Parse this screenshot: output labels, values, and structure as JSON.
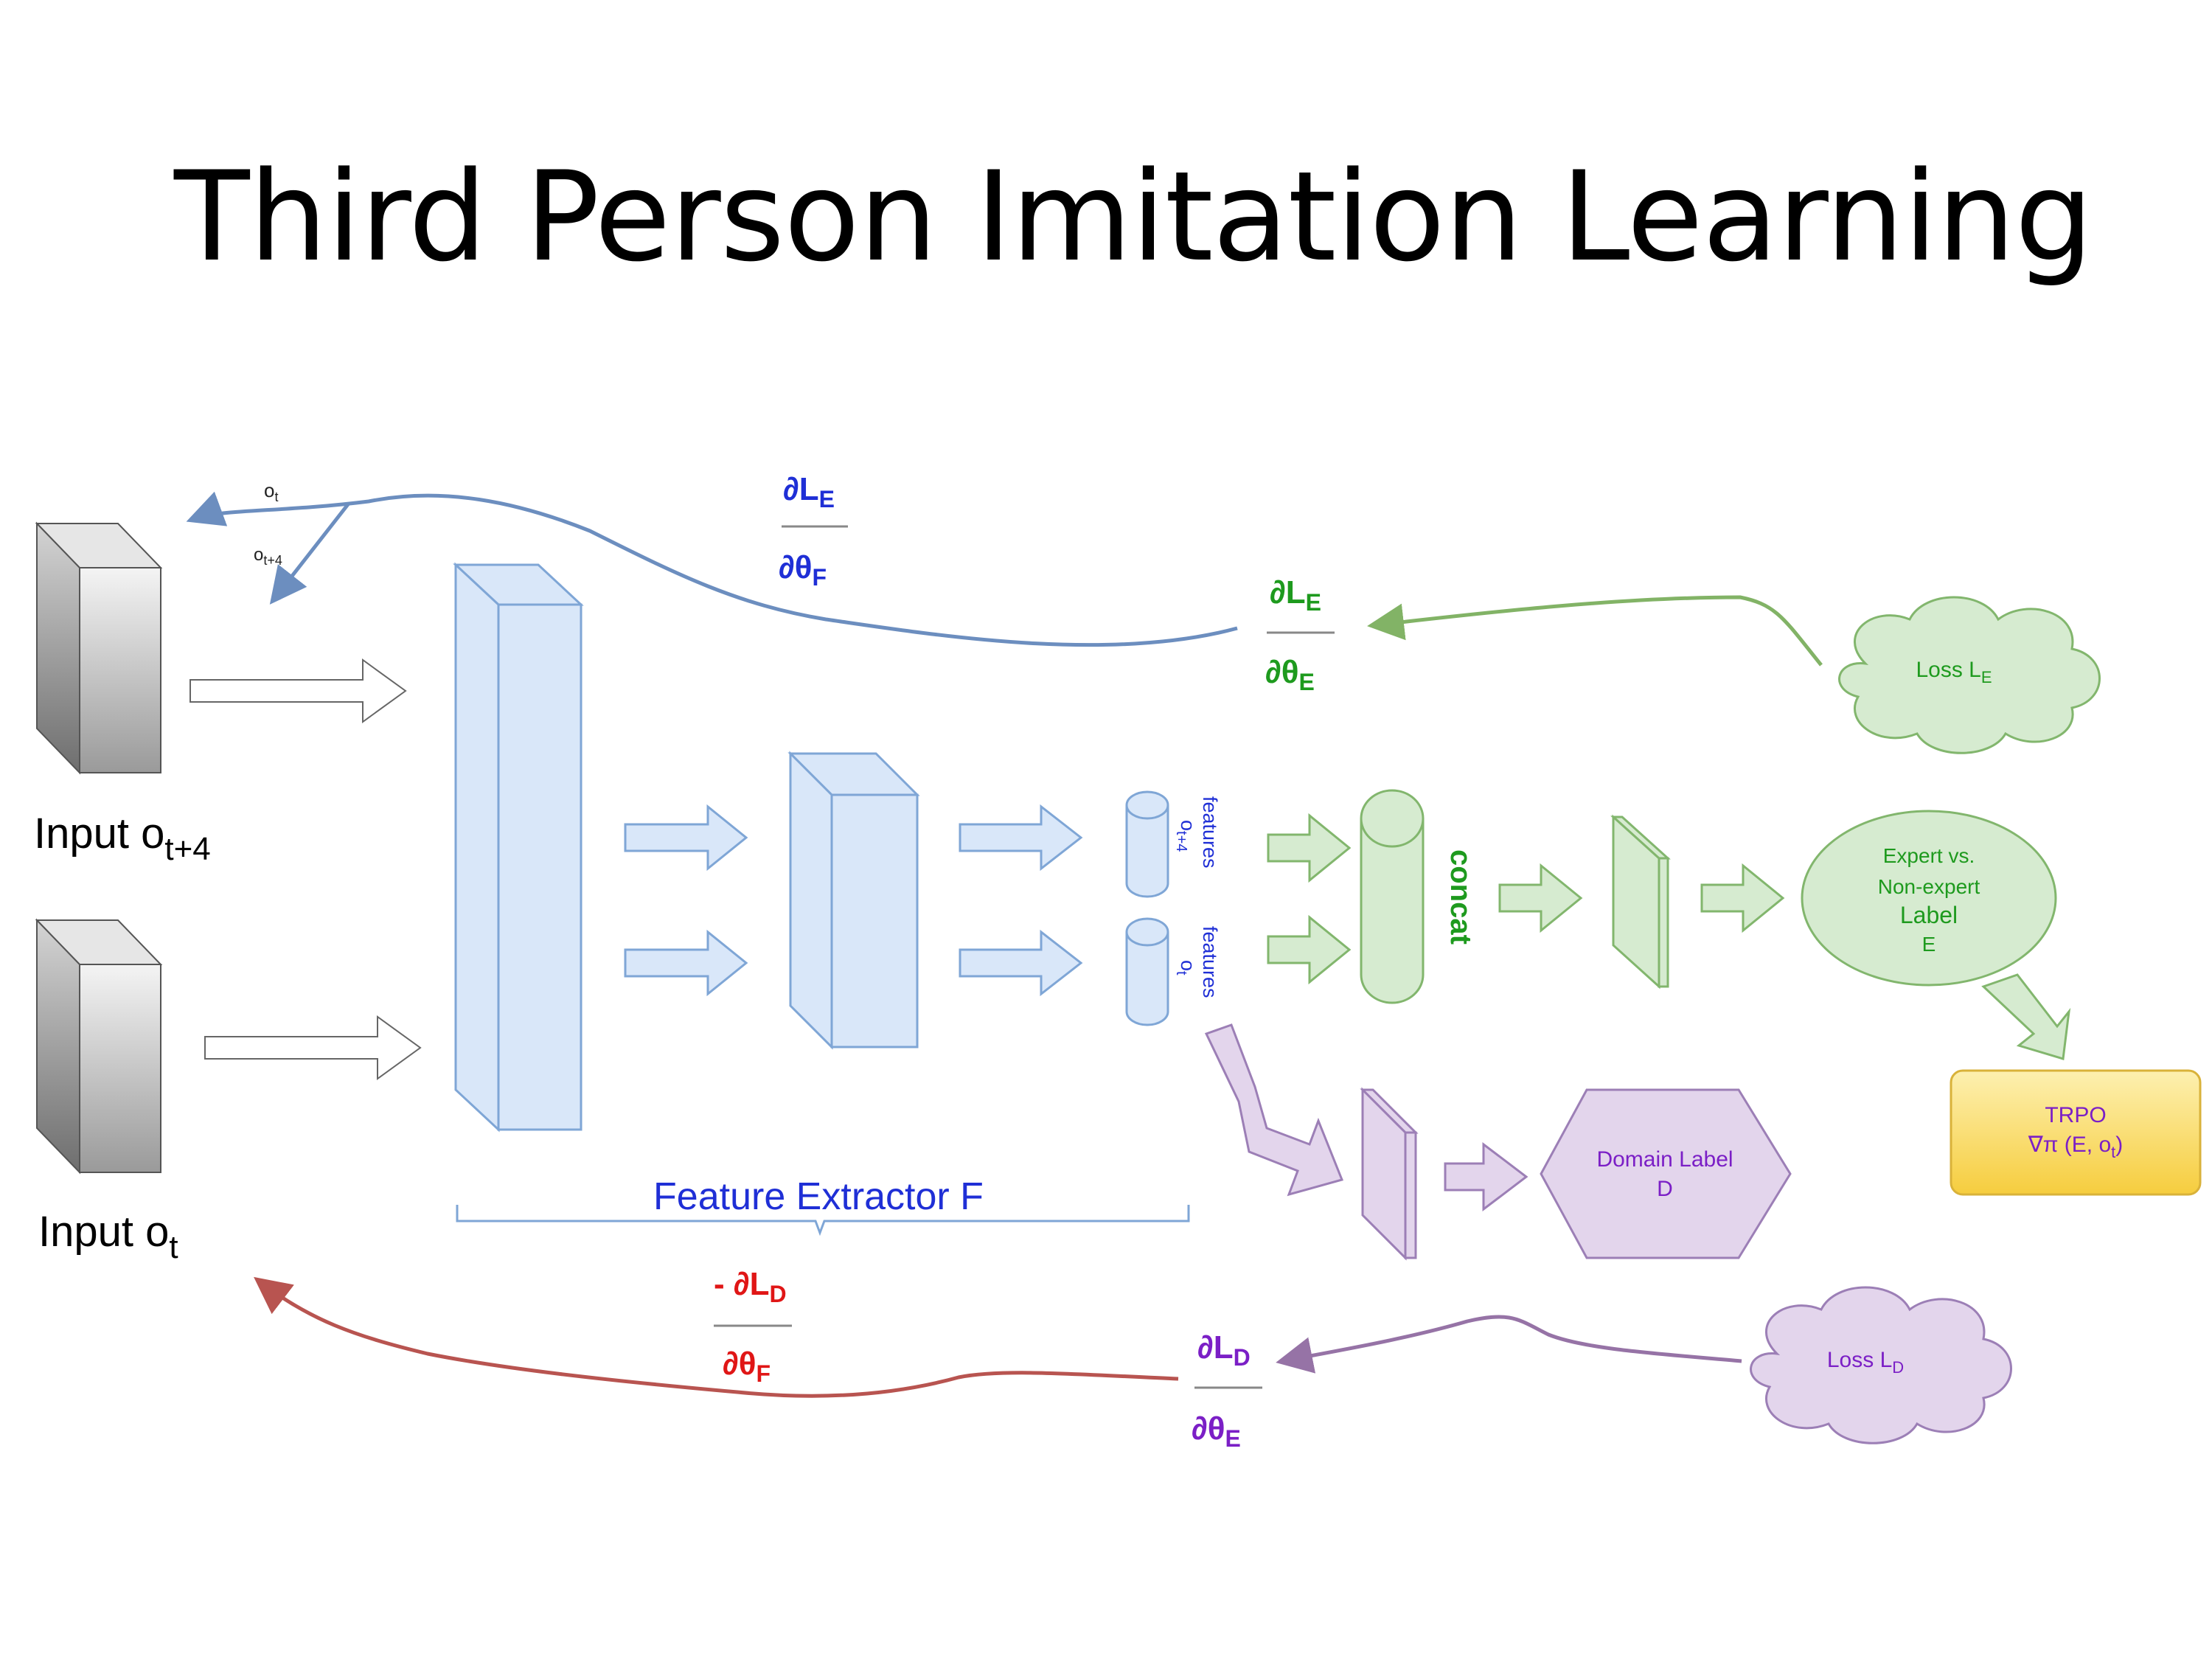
{
  "title": "Third Person Imitation Learning",
  "colors": {
    "blue_text": "#1f2fd6",
    "green_text": "#1e9a1e",
    "red_text": "#e01616",
    "purple_text": "#7b1fc6",
    "blue_fill": "#d9e7f9",
    "blue_stroke": "#7fa6d6",
    "green_fill": "#d6ebd0",
    "green_stroke": "#82b66d",
    "purple_fill": "#e3d5ec",
    "purple_stroke": "#9c7fb6",
    "trpo_fill": "#fbe07a",
    "trpo_stroke": "#d9b23a",
    "blue_arrow": "#6c8ebf",
    "green_arrow": "#82b366",
    "red_arrow": "#b85450",
    "purple_arrow": "#9673a6"
  },
  "inputs": {
    "top_base": "Input o",
    "top_sub": "t+4",
    "bottom_base": "Input o",
    "bottom_sub": "t"
  },
  "feature_extractor": {
    "label": "Feature Extractor F"
  },
  "features": {
    "top_line1": "o",
    "top_line1_sub": "t+4",
    "top_line2": "features",
    "bottom_line1": "o",
    "bottom_line1_sub": "t",
    "bottom_line2": "features"
  },
  "concat": {
    "label": "concat"
  },
  "expert_label": {
    "line1": "Expert vs.",
    "line2": "Non-expert",
    "line3": "Label",
    "line4": "E"
  },
  "trpo": {
    "line1": "TRPO",
    "line2_prefix": "∇π (E, o",
    "line2_sub": "t",
    "line2_suffix": ")"
  },
  "domain_label": {
    "line1": "Domain Label",
    "line2": "D"
  },
  "loss_e": {
    "text": "Loss L",
    "sub": "E"
  },
  "loss_d": {
    "text": "Loss L",
    "sub": "D"
  },
  "grad_top_blue": {
    "num": "∂L",
    "num_sub": "E",
    "den": "∂θ",
    "den_sub": "F"
  },
  "grad_green": {
    "num": "∂L",
    "num_sub": "E",
    "den": "∂θ",
    "den_sub": "E"
  },
  "grad_red": {
    "num": "- ∂L",
    "num_sub": "D",
    "den": "∂θ",
    "den_sub": "F"
  },
  "grad_purple": {
    "num": "∂L",
    "num_sub": "D",
    "den": "∂θ",
    "den_sub": "E"
  },
  "arrow_labels": {
    "ot": "o",
    "ot_sub": "t",
    "ot4": "o",
    "ot4_sub": "t+4"
  }
}
